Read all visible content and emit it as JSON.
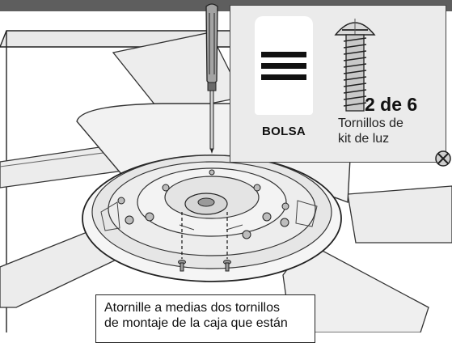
{
  "inset": {
    "bag_label": "BOLSA",
    "count": "2 de 6",
    "screw_label_line1": "Tornillos de",
    "screw_label_line2": "kit de luz"
  },
  "note": {
    "line1": "Atornille a medias dos tornillos",
    "line2": "de montaje de la caja que están"
  },
  "icons": [
    "bag-icon",
    "screw-icon",
    "screwdriver-icon",
    "phillips-head-icon"
  ]
}
